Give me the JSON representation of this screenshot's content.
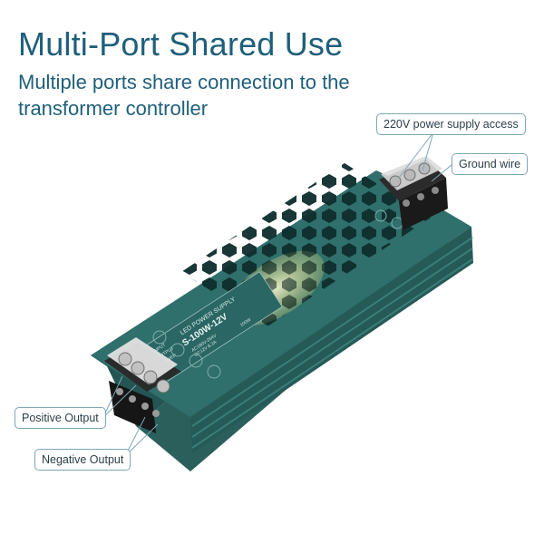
{
  "header": {
    "title": "Multi-Port Shared Use",
    "subtitle": "Multiple ports share connection to the transformer controller"
  },
  "callouts": {
    "power_access": "220V power supply access",
    "ground_wire": "Ground wire",
    "positive_output": "Positive Output",
    "negative_output": "Negative Output"
  },
  "product_label": {
    "brand": "LED POWER SUPPLY",
    "model": "S-100W-12V",
    "input_label": "INPUT",
    "output_label": "OUTPUT",
    "power_label": "POWER",
    "input_value": "AC180V-264V",
    "output_value": "DC12V 8.3A",
    "power_value": "100W"
  },
  "colors": {
    "accent": "#1f5f7a",
    "housing": "#2f6f6c",
    "housing_dark": "#204f4d",
    "callout_border": "#7ca6b8"
  }
}
